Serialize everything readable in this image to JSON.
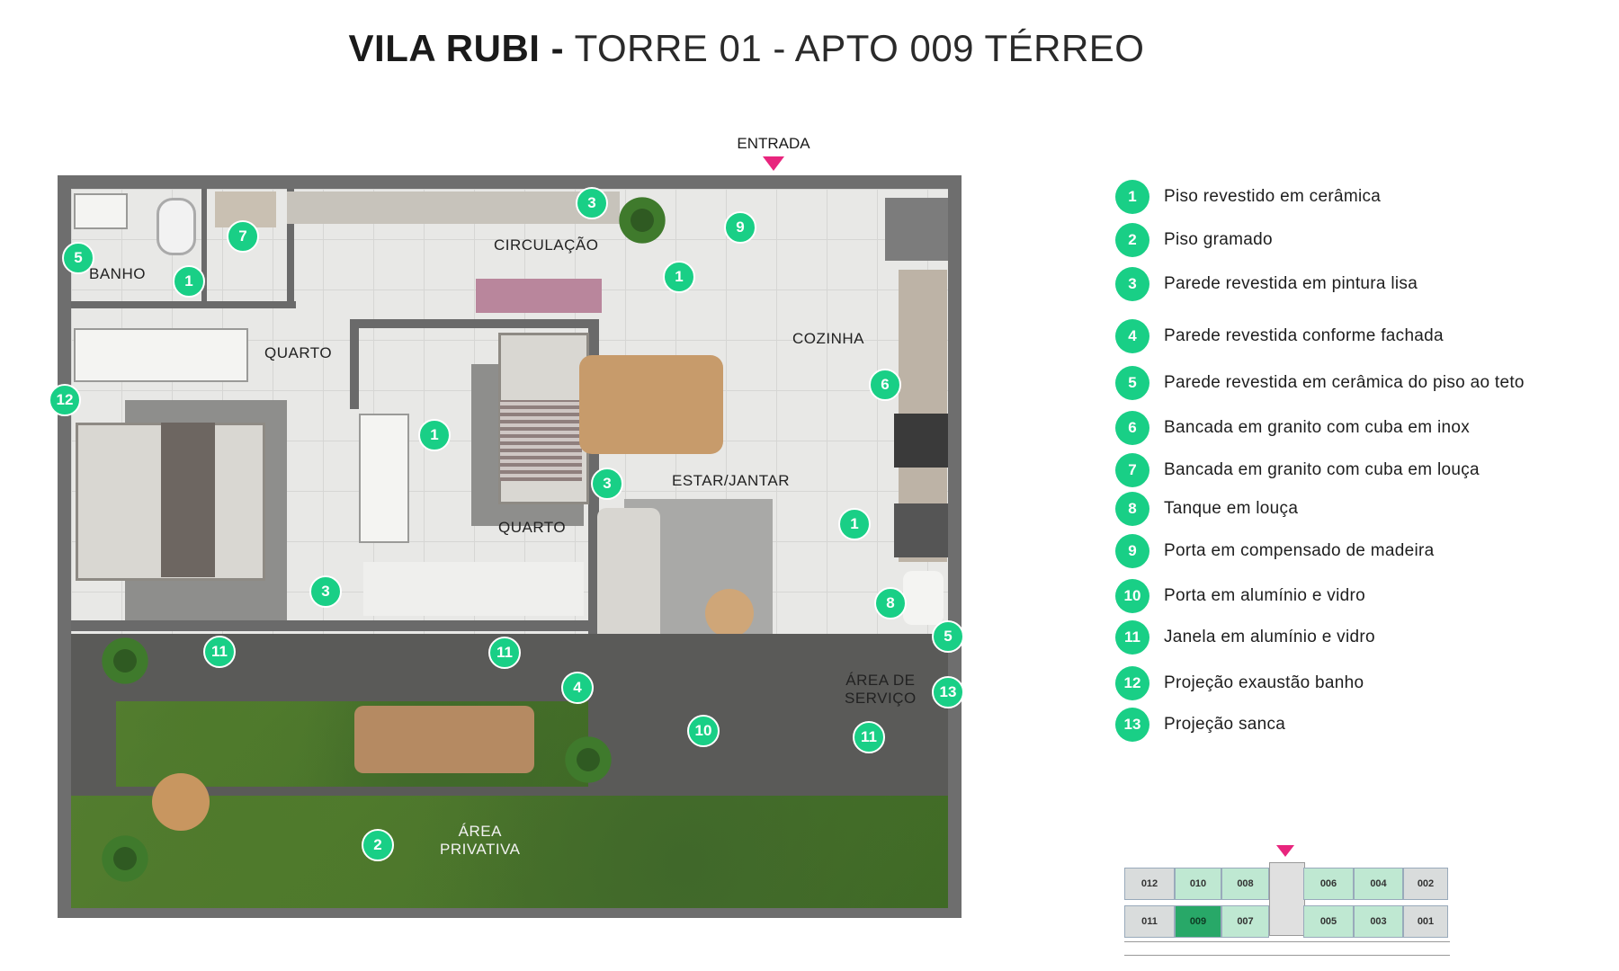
{
  "title": {
    "bold": "VILA RUBI -",
    "rest": "TORRE 01 - APTO 009 TÉRREO"
  },
  "entrance": {
    "label": "ENTRADA"
  },
  "rooms": {
    "banho": "BANHO",
    "circulacao": "CIRCULAÇÃO",
    "quarto1": "QUARTO",
    "quarto2": "QUARTO",
    "cozinha": "COZINHA",
    "estar": "ESTAR/JANTAR",
    "servico": "ÁREA DE\nSERVIÇO",
    "privativa": "ÁREA\nPRIVATIVA"
  },
  "markers": [
    "1",
    "1",
    "1",
    "1",
    "2",
    "3",
    "3",
    "3",
    "4",
    "5",
    "5",
    "6",
    "7",
    "8",
    "9",
    "10",
    "11",
    "11",
    "11",
    "12",
    "13"
  ],
  "legend": [
    {
      "num": "1",
      "text": "Piso revestido em cerâmica"
    },
    {
      "num": "2",
      "text": "Piso  gramado"
    },
    {
      "num": "3",
      "text": "Parede revestida em pintura lisa"
    },
    {
      "num": "4",
      "text": "Parede revestida conforme fachada"
    },
    {
      "num": "5",
      "text": "Parede revestida em cerâmica do piso ao teto"
    },
    {
      "num": "6",
      "text": "Bancada em granito com cuba em inox"
    },
    {
      "num": "7",
      "text": "Bancada em granito com cuba em louça"
    },
    {
      "num": "8",
      "text": "Tanque em louça"
    },
    {
      "num": "9",
      "text": "Porta em compensado de madeira"
    },
    {
      "num": "10",
      "text": "Porta em alumínio e vidro"
    },
    {
      "num": "11",
      "text": "Janela em alumínio e vidro"
    },
    {
      "num": "12",
      "text": "Projeção exaustão banho"
    },
    {
      "num": "13",
      "text": "Projeção sanca"
    }
  ],
  "keyplan": {
    "top": [
      "012",
      "010",
      "008",
      "006",
      "004",
      "002"
    ],
    "bottom": [
      "011",
      "009",
      "007",
      "005",
      "003",
      "001"
    ],
    "current": "009"
  },
  "colors": {
    "marker": "#19cf86",
    "arrow": "#e8257d",
    "current_unit": "#28a868"
  }
}
